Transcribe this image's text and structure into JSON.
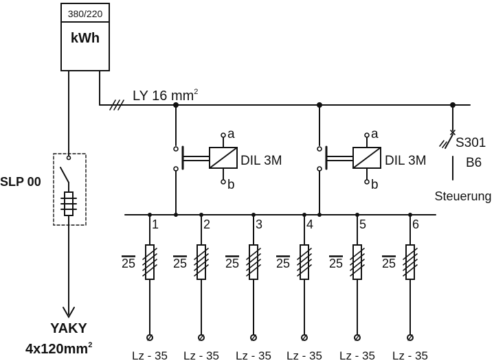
{
  "meter": {
    "voltage": "380/220",
    "unit": "kWh"
  },
  "main_cable": {
    "label_prefix": "LY 16 mm",
    "label_sup": "2"
  },
  "fuse_switch": {
    "label": "SLP 00"
  },
  "supply_cable": {
    "type": "YAKY",
    "size": "4x120mm",
    "size_sup": "2"
  },
  "contactors": [
    {
      "label": "DIL 3M",
      "coil_top": "a",
      "coil_bottom": "b"
    },
    {
      "label": "DIL 3M",
      "coil_top": "a",
      "coil_bottom": "b"
    }
  ],
  "control_breaker": {
    "name": "S301",
    "rating": "B6",
    "function": "Steuerung"
  },
  "outputs": [
    {
      "number": "1",
      "rating": "25",
      "cable": "Lz - 35"
    },
    {
      "number": "2",
      "rating": "25",
      "cable": "Lz - 35"
    },
    {
      "number": "3",
      "rating": "25",
      "cable": "Lz - 35"
    },
    {
      "number": "4",
      "rating": "25",
      "cable": "Lz - 35"
    },
    {
      "number": "5",
      "rating": "25",
      "cable": "Lz - 35"
    },
    {
      "number": "6",
      "rating": "25",
      "cable": "Lz - 35"
    }
  ]
}
